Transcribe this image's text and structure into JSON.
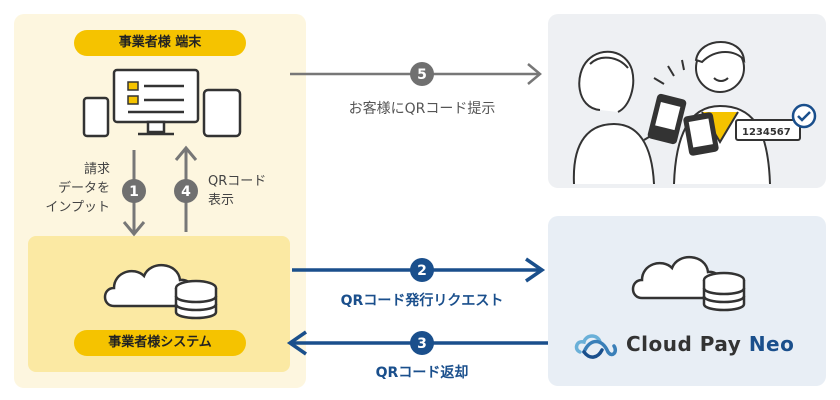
{
  "business_terminal": {
    "label": "事業者様 端末"
  },
  "business_system": {
    "label": "事業者様システム"
  },
  "steps": [
    {
      "number": "1",
      "label_lines": [
        "請求",
        "データを",
        "インプット"
      ]
    },
    {
      "number": "2",
      "label": "QRコード発行リクエスト"
    },
    {
      "number": "3",
      "label": "QRコード返却"
    },
    {
      "number": "4",
      "label_lines": [
        "QRコード",
        "表示"
      ]
    },
    {
      "number": "5",
      "label": "お客様にQRコード提示"
    }
  ],
  "brand": {
    "name_main": "Cloud Pay",
    "name_accent": "Neo"
  },
  "phone_screen_code": "1234567",
  "colors": {
    "yellow": "#f5c300",
    "navy": "#1a4f8c",
    "grey": "#707070"
  }
}
